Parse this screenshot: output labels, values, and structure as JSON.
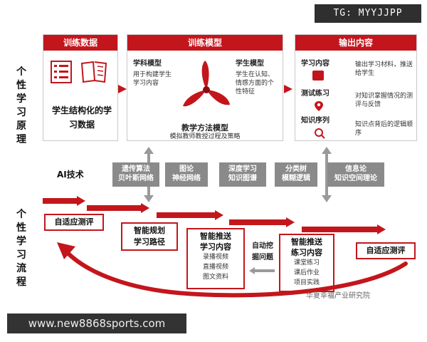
{
  "watermark_tag": "TG: MYYJJPP",
  "footer_url": "www.new8868sports.com",
  "section_labels": {
    "principle": "个性学习原理",
    "process": "个性学习流程"
  },
  "training_data": {
    "title": "训练数据",
    "desc": "学生结构化的学习数据"
  },
  "training_model": {
    "title": "训练模型",
    "subject_model": {
      "name": "学科模型",
      "desc": "用于构建学生学习内容"
    },
    "student_model": {
      "name": "学生模型",
      "desc": "学生在认知、情感方面的个性特征"
    },
    "teaching_model": {
      "name": "教学方法模型",
      "desc": "模拟教师教授过程及策略"
    }
  },
  "output": {
    "title": "输出内容",
    "items": [
      {
        "name": "学习内容",
        "desc": "输出学习材料，推送给学生"
      },
      {
        "name": "测试练习",
        "desc": "对知识掌握情况的测评与反馈"
      },
      {
        "name": "知识序列",
        "desc": "知识点背后的逻辑顺序"
      }
    ]
  },
  "ai_label": "AI技术",
  "ai_techs": [
    {
      "l1": "遗传算法",
      "l2": "贝叶斯网络"
    },
    {
      "l1": "图论",
      "l2": "神经网络"
    },
    {
      "l1": "深度学习",
      "l2": "知识图谱"
    },
    {
      "l1": "分类树",
      "l2": "模糊逻辑"
    },
    {
      "l1": "信息论",
      "l2": "知识空间理论"
    }
  ],
  "flow": {
    "step1": "自适应测评",
    "step2_l1": "智能规划",
    "step2_l2": "学习路径",
    "step3_l1": "智能推送",
    "step3_l2": "学习内容",
    "step3_items": [
      "录播视频",
      "直播视频",
      "图文资料"
    ],
    "auto_l1": "自动挖",
    "auto_l2": "掘问题",
    "step4_l1": "智能推送",
    "step4_l2": "练习内容",
    "step4_items": [
      "课堂练习",
      "课后作业",
      "项目实践"
    ],
    "step5": "自适应测评"
  },
  "credit": "华夏幸福产业研究院",
  "colors": {
    "accent": "#c3161c",
    "gray": "#8a8a8a"
  }
}
